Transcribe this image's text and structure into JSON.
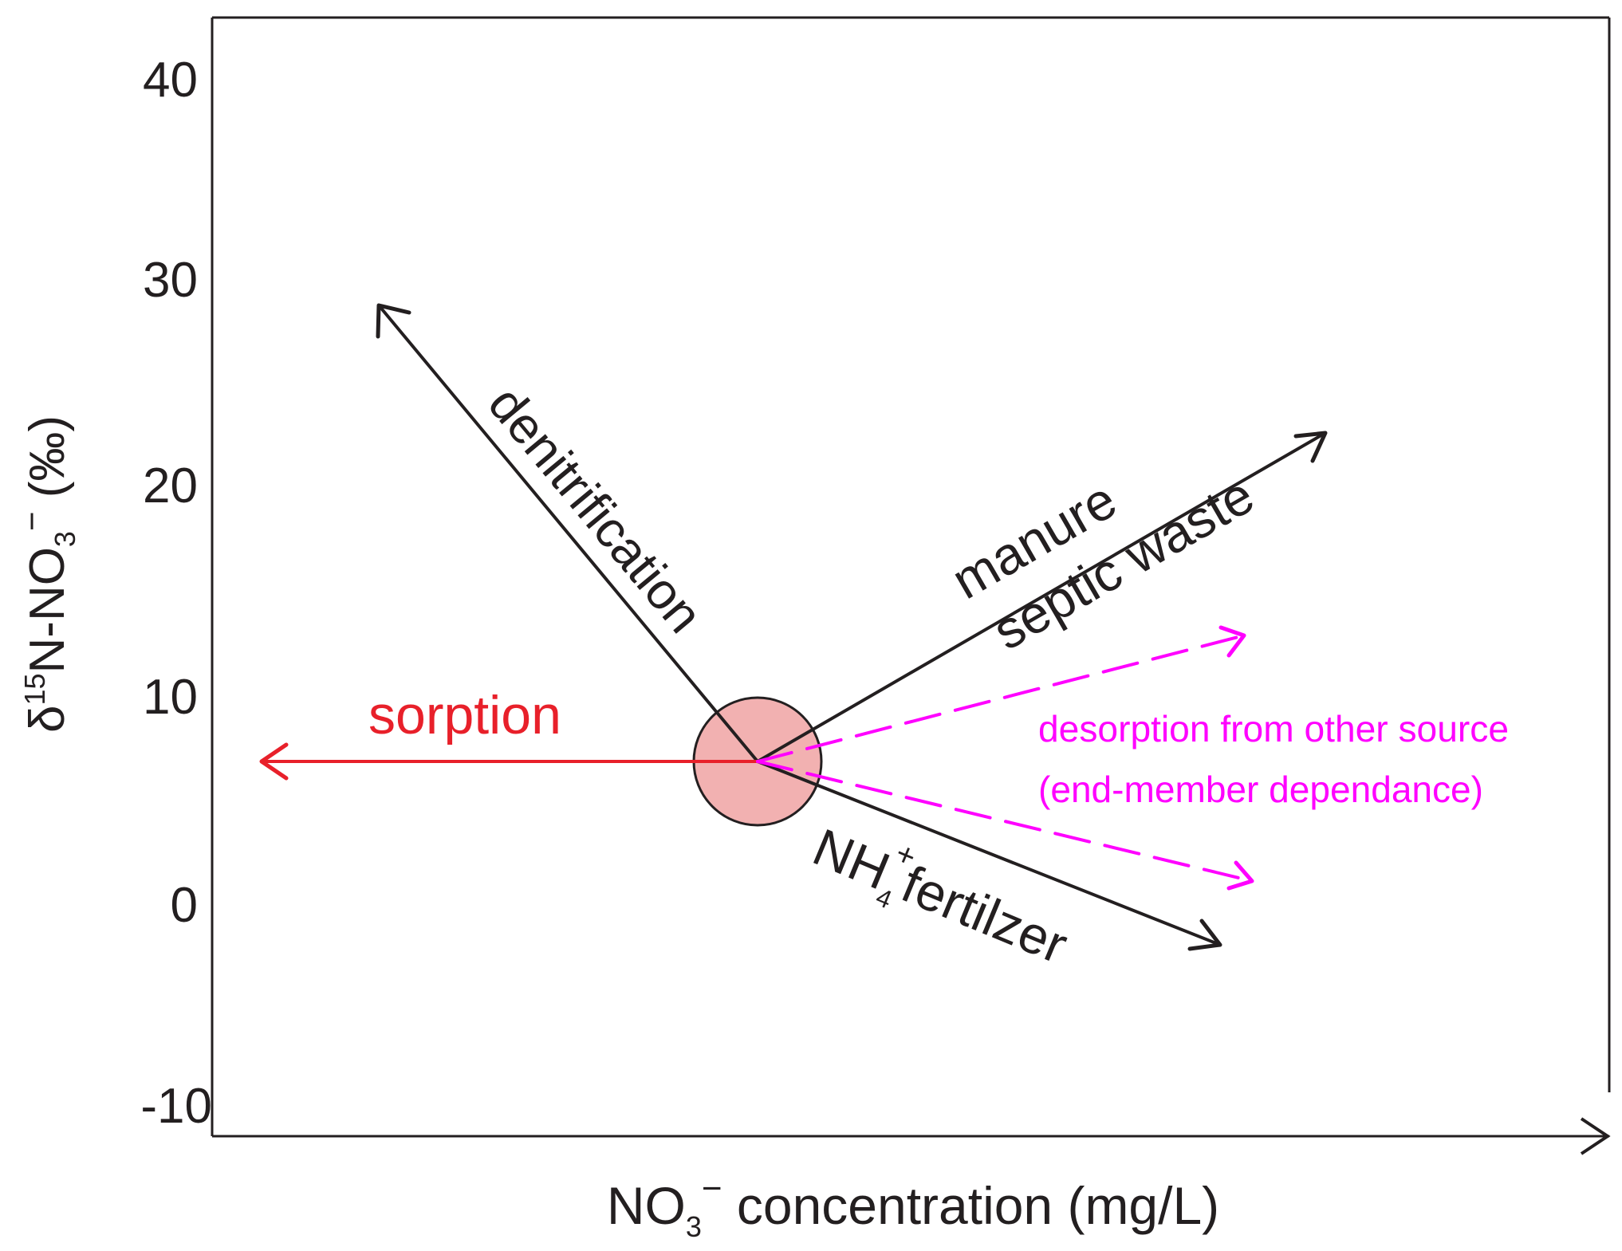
{
  "colors": {
    "axis": "#231f20",
    "sorption": "#e8202a",
    "desorption": "#ff00ff",
    "circle_fill": "#f2b1b1",
    "circle_stroke": "#231f20"
  },
  "y_axis": {
    "ticks": [
      "40",
      "30",
      "20",
      "10",
      "0",
      "-10"
    ],
    "label_delta": "δ",
    "label_mass": "15",
    "label_main": "N-NO",
    "label_sub": "3",
    "label_sup": "−",
    "label_unit": " (‰)"
  },
  "x_axis": {
    "label_main": "NO",
    "label_sub": "3",
    "label_sup": "−",
    "label_rest": " concentration (mg/L)"
  },
  "processes": {
    "denitrification": "denitrification",
    "manure": "manure",
    "septic": "septic waste",
    "sorption": "sorption",
    "nh4_main": "NH",
    "nh4_sub": "4",
    "nh4_sup": "+",
    "nh4_rest": "fertilzer",
    "desorption_line1": "desorption from other source",
    "desorption_line2": "(end-member dependance)"
  }
}
